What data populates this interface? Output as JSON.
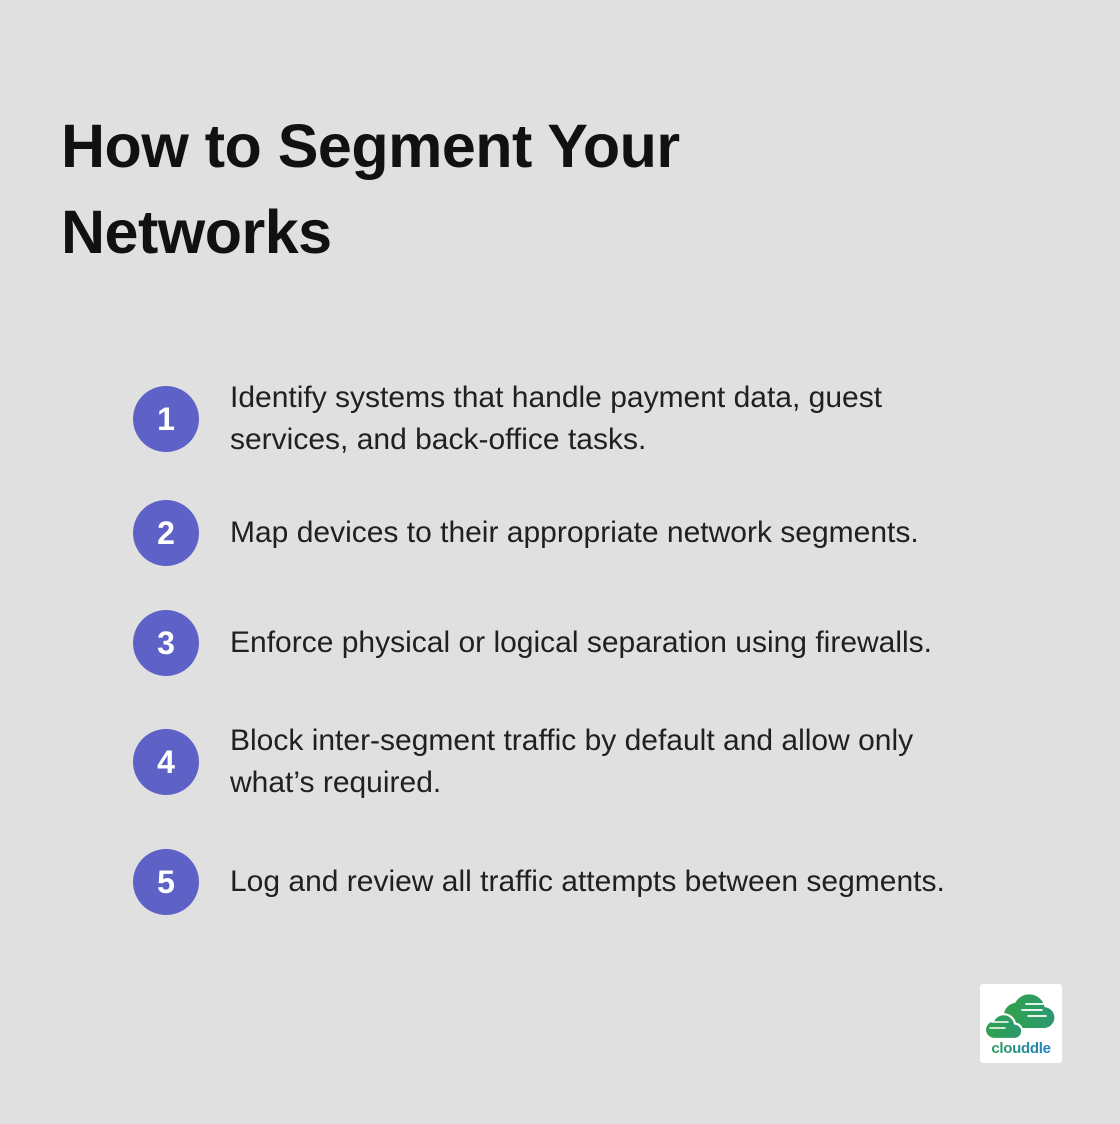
{
  "title": {
    "lines": [
      "How to Segment Your",
      "Networks"
    ]
  },
  "steps": [
    {
      "number": "1",
      "lines": [
        "Identify systems that handle payment data, guest",
        "services, and back-office tasks."
      ]
    },
    {
      "number": "2",
      "lines": [
        "Map devices to their appropriate network segments."
      ]
    },
    {
      "number": "3",
      "lines": [
        "Enforce physical or logical separation using firewalls."
      ]
    },
    {
      "number": "4",
      "lines": [
        "Block inter-segment traffic by default and allow only",
        "what’s required."
      ]
    },
    {
      "number": "5",
      "lines": [
        "Log and review all traffic attempts between segments."
      ]
    }
  ],
  "brand": {
    "name": "clouddle",
    "logo_icon": "cloud-icon"
  },
  "colors": {
    "page-bg": "#dfe0df",
    "accent": "#5e62c7",
    "badge-text": "#ffffff",
    "title-text": "#111111",
    "body-text": "#202020",
    "logo-green": "#2fa14f",
    "logo-blue": "#1f7ed6",
    "logo-bg": "#ffffff"
  }
}
